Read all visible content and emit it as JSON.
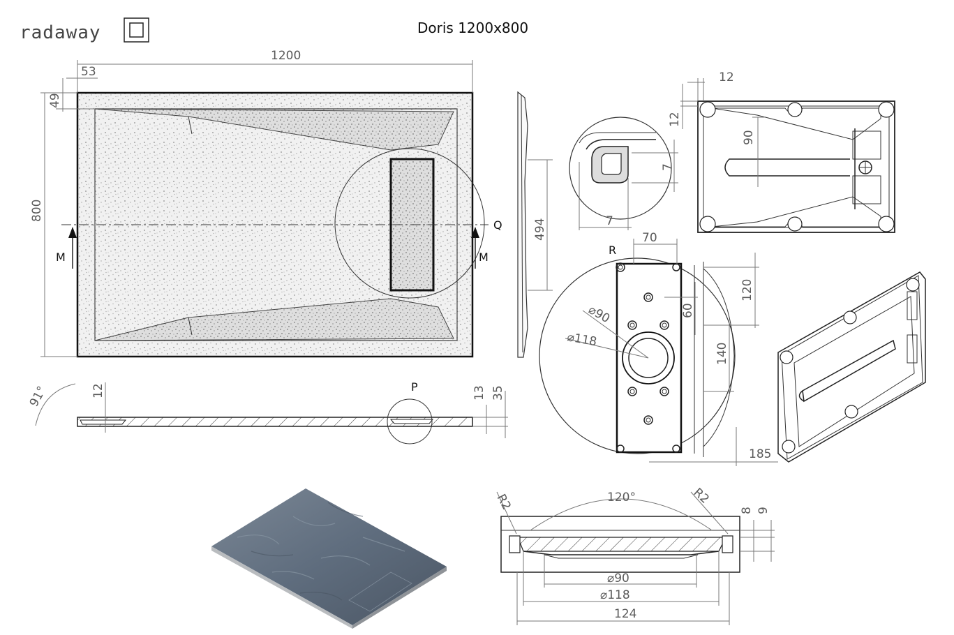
{
  "brand": {
    "name": "radaway"
  },
  "title": "Doris 1200x800",
  "top_view": {
    "width": "1200",
    "height": "800",
    "offset_x": "53",
    "offset_y": "49",
    "section_left": "M",
    "section_right": "M",
    "detail_circle": "Q"
  },
  "side_profile": {
    "length": "494"
  },
  "detail_top": {
    "dim_a": "7",
    "dim_b": "7"
  },
  "underside": {
    "dim_a": "12",
    "dim_b": "12",
    "dim_c": "90"
  },
  "drain_detail": {
    "marker": "R",
    "width": "70",
    "d1": "120",
    "d2": "60",
    "d3": "140",
    "d4": "185",
    "phi90": "⌀90",
    "phi118": "⌀118"
  },
  "section": {
    "angle": "91°",
    "d1": "12",
    "d2": "13",
    "d3": "35",
    "detail": "P"
  },
  "drain_section": {
    "angle": "120°",
    "r_left": "R2",
    "r_right": "R2",
    "d1": "8",
    "d2": "9",
    "phi90": "⌀90",
    "phi118": "⌀118",
    "w": "124"
  },
  "colors": {
    "slate": "#5f6d7e",
    "slate_dark": "#3f4a57",
    "edge": "#9ea3a8",
    "speckle": "#c9c9c9"
  }
}
